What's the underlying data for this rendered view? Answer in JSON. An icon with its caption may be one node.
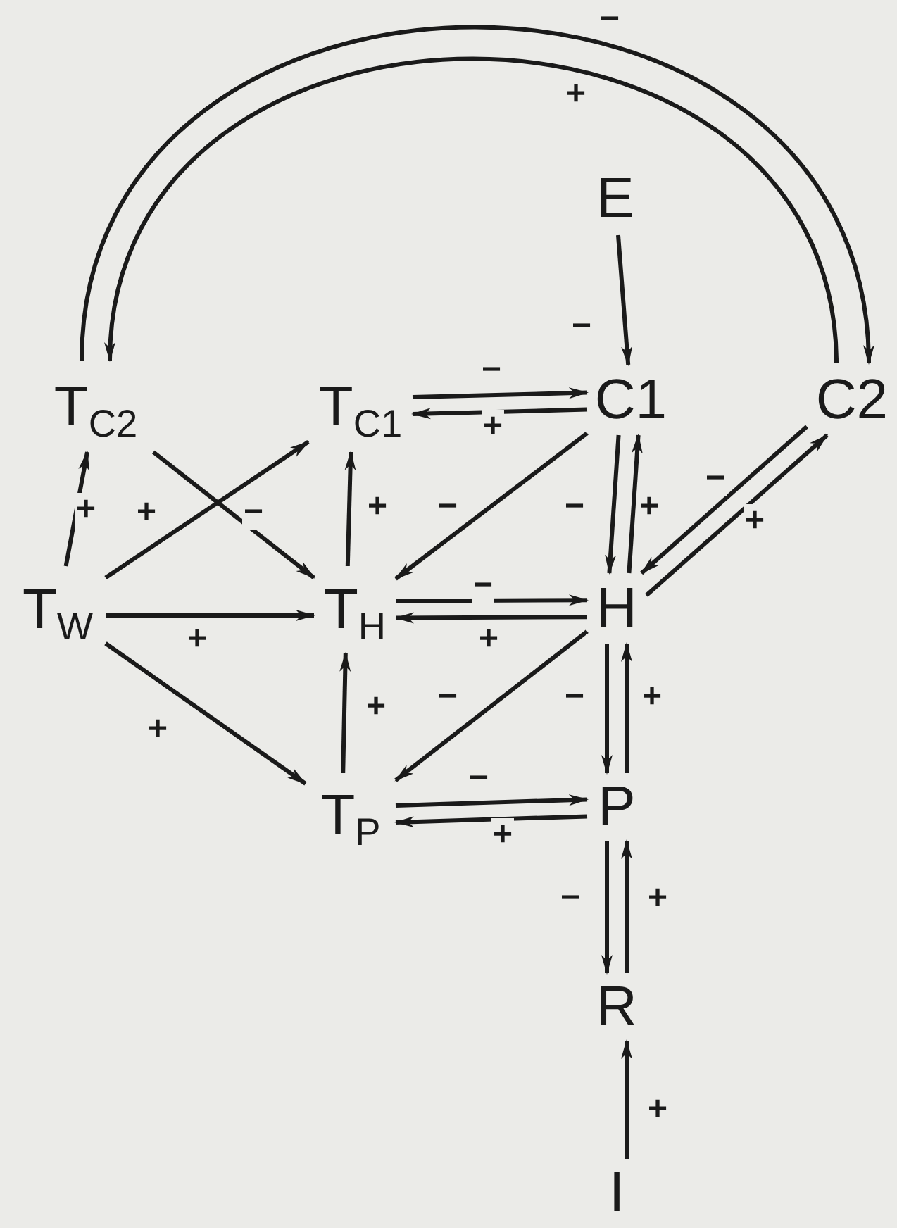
{
  "diagram": {
    "nodes": [
      {
        "text": [
          "E"
        ]
      },
      {
        "text": [
          "T$_{C2}$"
        ]
      },
      {
        "text": [
          "T$_{C1}$"
        ]
      },
      {
        "text": [
          "C1"
        ]
      },
      {
        "text": [
          "C2"
        ]
      },
      {
        "text": [
          "T$_{W}$"
        ]
      },
      {
        "text": [
          "T$_{H}$"
        ]
      },
      {
        "text": [
          "H"
        ]
      },
      {
        "text": [
          "T$_{P}$"
        ]
      },
      {
        "text": [
          "P"
        ]
      },
      {
        "text": [
          "R"
        ]
      },
      {
        "text": [
          "I"
        ]
      }
    ],
    "edges": [
      {
        "from": 1,
        "to": 4,
        "arrow": "to",
        "label": "−"
      },
      {
        "from": 4,
        "to": 1,
        "arrow": "to",
        "label": "+"
      },
      {
        "from": 0,
        "to": 3,
        "arrow": "to",
        "label": "−"
      },
      {
        "from": 2,
        "to": 3,
        "arrow": "to",
        "label": "−"
      },
      {
        "from": 3,
        "to": 2,
        "arrow": "to",
        "label": "+"
      },
      {
        "from": 5,
        "to": 1,
        "arrow": "to",
        "label": "+"
      },
      {
        "from": 5,
        "to": 2,
        "arrow": "to",
        "label": "+"
      },
      {
        "from": 1,
        "to": 6,
        "arrow": "to",
        "label": "−"
      },
      {
        "from": 6,
        "to": 2,
        "arrow": "to",
        "label": "+"
      },
      {
        "from": 3,
        "to": 6,
        "arrow": "to",
        "label": "−"
      },
      {
        "from": 3,
        "to": 7,
        "arrow": "to",
        "label": "−"
      },
      {
        "from": 7,
        "to": 3,
        "arrow": "to",
        "label": "+"
      },
      {
        "from": 4,
        "to": 7,
        "arrow": "to",
        "label": "−"
      },
      {
        "from": 7,
        "to": 4,
        "arrow": "to",
        "label": "+"
      },
      {
        "from": 5,
        "to": 6,
        "arrow": "to",
        "label": "+"
      },
      {
        "from": 6,
        "to": 7,
        "arrow": "to",
        "label": "−"
      },
      {
        "from": 7,
        "to": 6,
        "arrow": "to",
        "label": "+"
      },
      {
        "from": 5,
        "to": 8,
        "arrow": "to",
        "label": "+"
      },
      {
        "from": 8,
        "to": 6,
        "arrow": "to",
        "label": "+"
      },
      {
        "from": 7,
        "to": 8,
        "arrow": "to",
        "label": "−"
      },
      {
        "from": 7,
        "to": 9,
        "arrow": "to",
        "label": "−"
      },
      {
        "from": 9,
        "to": 7,
        "arrow": "to",
        "label": "+"
      },
      {
        "from": 8,
        "to": 9,
        "arrow": "to",
        "label": "−"
      },
      {
        "from": 9,
        "to": 8,
        "arrow": "to",
        "label": "+"
      },
      {
        "from": 9,
        "to": 10,
        "arrow": "to",
        "label": "−"
      },
      {
        "from": 10,
        "to": 9,
        "arrow": "to",
        "label": "+"
      },
      {
        "from": 11,
        "to": 10,
        "arrow": "to",
        "label": "+"
      }
    ]
  }
}
